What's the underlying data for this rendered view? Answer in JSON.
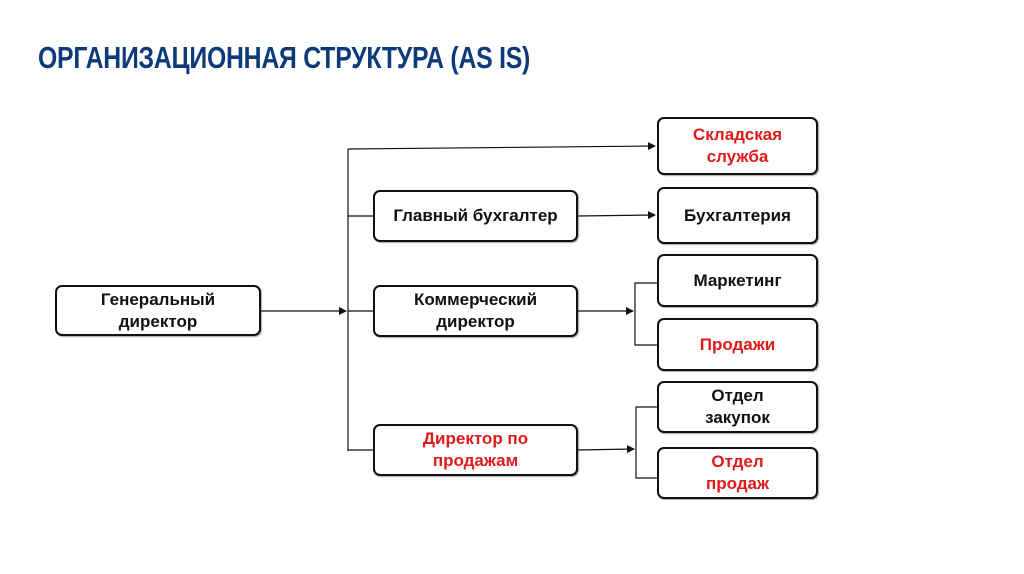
{
  "title": "ОРГАНИЗАЦИОННАЯ СТРУКТУРА (AS IS)",
  "colors": {
    "title": "#0d3a78",
    "highlight": "#e01a1a",
    "normal": "#111111"
  },
  "nodes": {
    "general_director": {
      "label": "Генеральный директор",
      "highlight": false
    },
    "chief_accountant": {
      "label": "Главный бухгалтер",
      "highlight": false
    },
    "commercial_director": {
      "label": "Коммерческий директор",
      "highlight": false
    },
    "sales_director": {
      "label": "Директор по продажам",
      "highlight": true
    },
    "warehouse": {
      "label": "Складская служба",
      "highlight": true
    },
    "accounting": {
      "label": "Бухгалтерия",
      "highlight": false
    },
    "marketing": {
      "label": "Маркетинг",
      "highlight": false
    },
    "sales": {
      "label": "Продажи",
      "highlight": true
    },
    "purchasing_dept": {
      "label": "Отдел закупок",
      "highlight": false
    },
    "sales_dept": {
      "label": "Отдел продаж",
      "highlight": true
    }
  },
  "edges": [
    [
      "general_director",
      "warehouse"
    ],
    [
      "general_director",
      "chief_accountant"
    ],
    [
      "general_director",
      "commercial_director"
    ],
    [
      "general_director",
      "sales_director"
    ],
    [
      "chief_accountant",
      "accounting"
    ],
    [
      "commercial_director",
      "marketing"
    ],
    [
      "commercial_director",
      "sales"
    ],
    [
      "sales_director",
      "purchasing_dept"
    ],
    [
      "sales_director",
      "sales_dept"
    ]
  ]
}
